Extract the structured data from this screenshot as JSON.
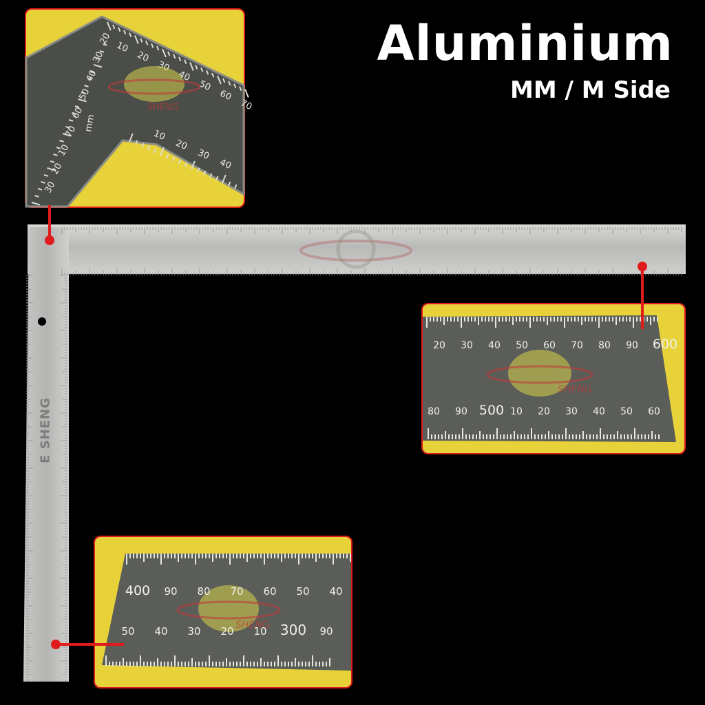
{
  "header": {
    "title": "Aluminium",
    "subtitle": "MM / M Side"
  },
  "ruler": {
    "brand": "E SHENG"
  },
  "callouts": {
    "corner": {
      "top_numbers": [
        "10",
        "20",
        "30",
        "40",
        "50",
        "60",
        "70"
      ],
      "mid_numbers": [
        "10",
        "20",
        "30",
        "40"
      ],
      "left_numbers": [
        "20",
        "30",
        "40",
        "50",
        "60",
        "70",
        "10",
        "20",
        "30"
      ],
      "unit": "mm"
    },
    "top_right": {
      "row1": [
        "20",
        "30",
        "40",
        "50",
        "60",
        "70",
        "80",
        "90",
        "600"
      ],
      "row2": [
        "80",
        "90",
        "500",
        "10",
        "20",
        "30",
        "40",
        "50",
        "60"
      ]
    },
    "bottom_left": {
      "row1": [
        "400",
        "90",
        "80",
        "70",
        "60",
        "50",
        "40"
      ],
      "row2": [
        "50",
        "40",
        "30",
        "20",
        "10",
        "300",
        "90"
      ]
    },
    "watermark": "SHENG"
  },
  "colors": {
    "background": "#000000",
    "panel": "#e8d23a",
    "accent": "#e01b1b",
    "metal": "#c4c5c3",
    "plate": "#4a4d48"
  }
}
